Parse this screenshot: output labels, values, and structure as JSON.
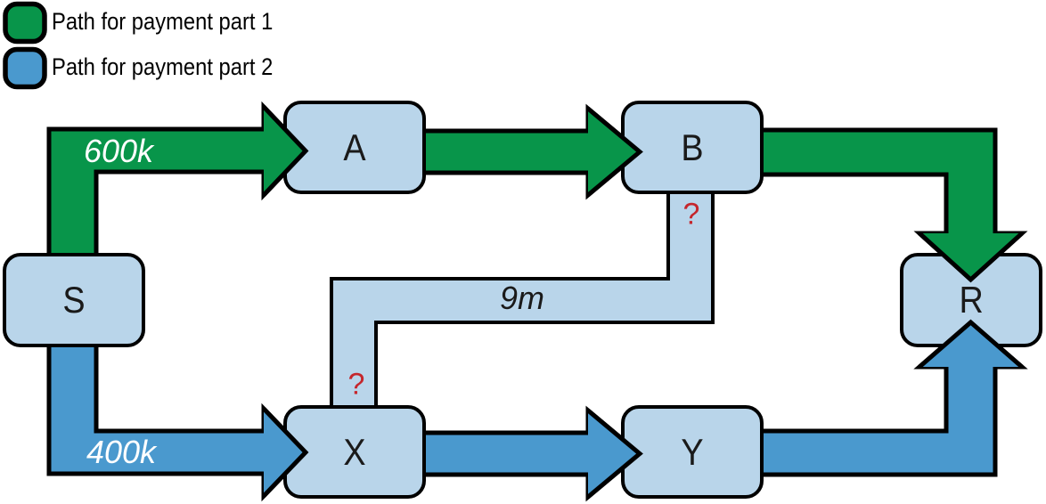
{
  "legend": {
    "items": [
      {
        "label": "Path for payment part 1",
        "color": "#08954A"
      },
      {
        "label": "Path for payment part 2",
        "color": "#4A99CE"
      }
    ]
  },
  "nodes": {
    "s": {
      "label": "S"
    },
    "a": {
      "label": "A"
    },
    "b": {
      "label": "B"
    },
    "x": {
      "label": "X"
    },
    "y": {
      "label": "Y"
    },
    "r": {
      "label": "R"
    }
  },
  "labels": {
    "path1_amount": "600k",
    "path2_amount": "400k",
    "channel_capacity": "9m",
    "question_b": "?",
    "question_x": "?"
  },
  "colors": {
    "part1_green": "#08954A",
    "part2_blue": "#4A99CE",
    "channel_fill": "#B9D5EA",
    "node_fill": "#B9D5EA",
    "outline": "#000000",
    "question_red": "#C5262C",
    "amount_text": "#FFFFFF"
  }
}
